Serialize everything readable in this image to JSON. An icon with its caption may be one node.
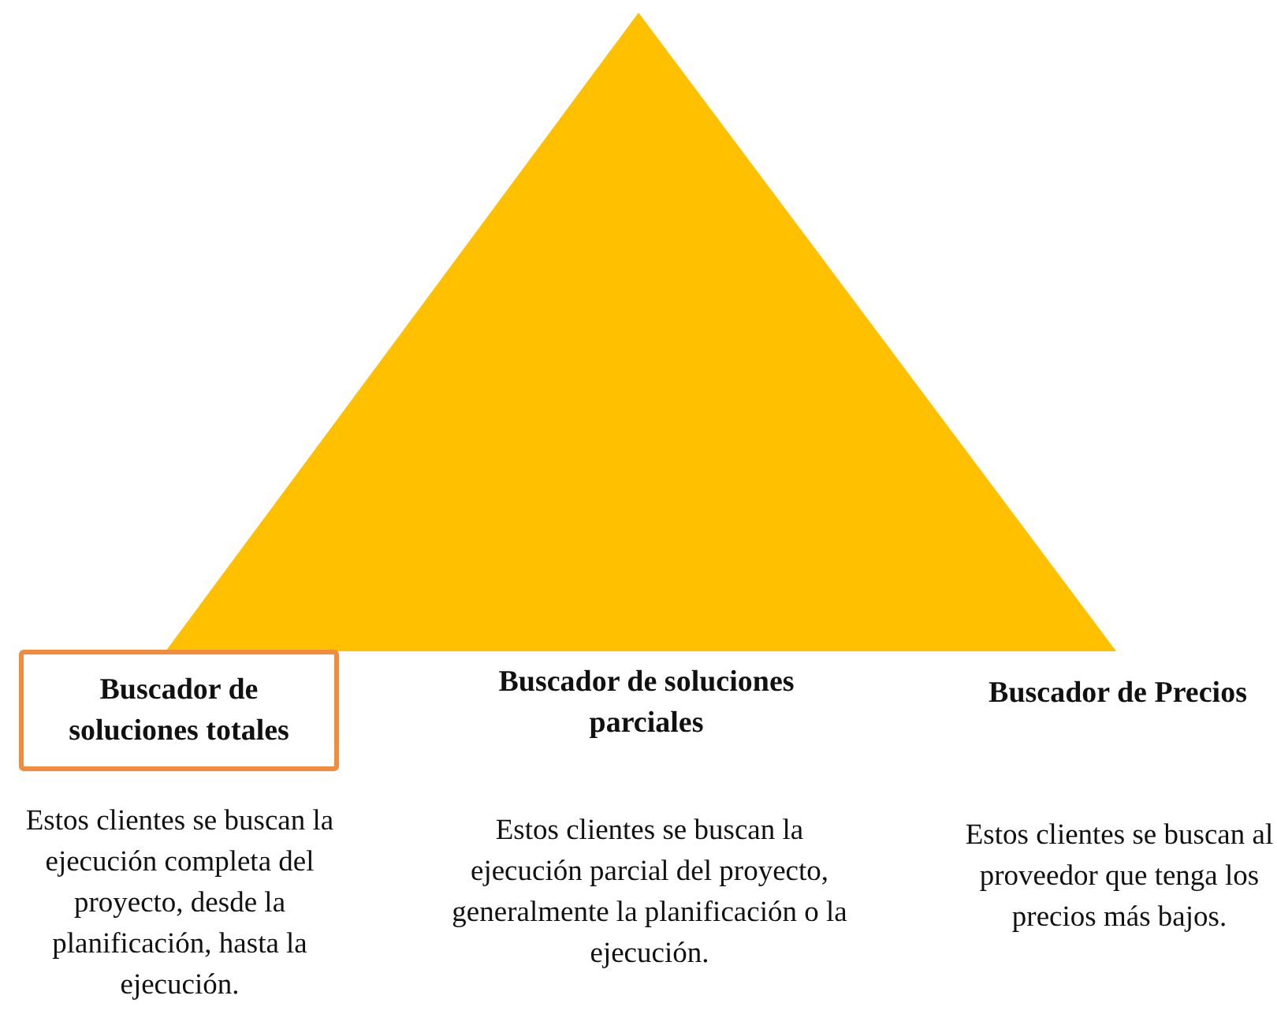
{
  "diagram": {
    "nodes": [
      {
        "text": [
          "Buscador de soluciones totales"
        ],
        "beside": [
          "Estos clientes se buscan la ejecución completa del proyecto, desde la planificación, hasta la ejecución."
        ]
      }
    ],
    "labels": [
      "Buscador de soluciones parciales",
      "Buscador de Precios",
      "Estos clientes se buscan la ejecución parcial del proyecto, generalmente la planificación o la ejecución.",
      "Estos clientes se buscan al proveedor que tenga los precios más bajos."
    ]
  }
}
